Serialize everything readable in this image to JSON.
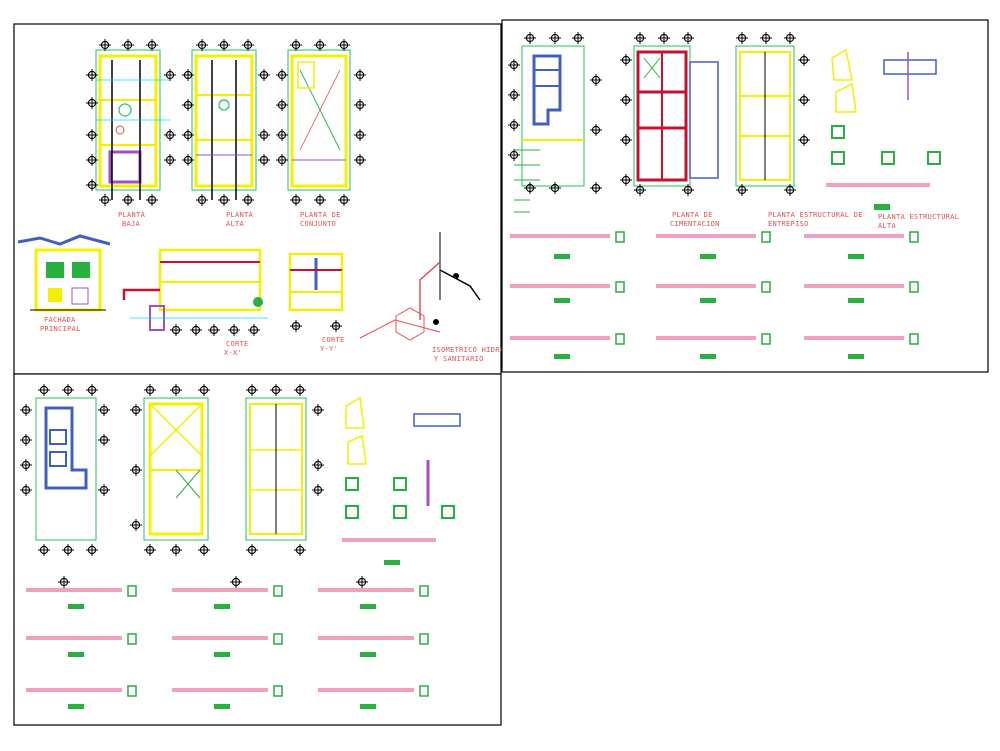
{
  "colors": {
    "background": "#ffffff",
    "sheet_border": "#000000",
    "wall": "#f3f000",
    "grid_axis": "#000000",
    "dimension": "#00e0ff",
    "label_text": "#e25050",
    "foundation": "#c8102e",
    "dim_line": "#21c45a",
    "beam": "#f0a0c0",
    "column_detail": "#28b040",
    "slab_blue": "#4060c0",
    "purple": "#a050c0"
  },
  "sheet1": {
    "labels": {
      "planta_baja": [
        "PLANTA",
        "BAJA"
      ],
      "planta_alta": [
        "PLANTA",
        "ALTA"
      ],
      "planta_conjunto": [
        "PLANTA DE",
        "CONJUNTO"
      ],
      "fachada": [
        "FACHADA",
        "PRINCIPAL"
      ],
      "corte_xx": [
        "CORTE",
        "X-X'"
      ],
      "corte_yy": [
        "CORTE",
        "Y-Y'"
      ],
      "isometrico": [
        "ISOMETRICO HIDRAULICO",
        "Y SANITARIO"
      ]
    }
  },
  "sheet2": {
    "labels": {
      "cimentacion": [
        "PLANTA DE",
        "CIMENTACION"
      ],
      "entrepiso": [
        "PLANTA ESTRUCTURAL DE",
        "ENTREPISO"
      ],
      "alta": [
        "PLANTA ESTRUCTURAL",
        "ALTA"
      ]
    }
  },
  "sheet3": {
    "labels": {}
  },
  "icons": {
    "grid_marker": "axis-bubble-icon",
    "north": "detail-marker-icon"
  }
}
